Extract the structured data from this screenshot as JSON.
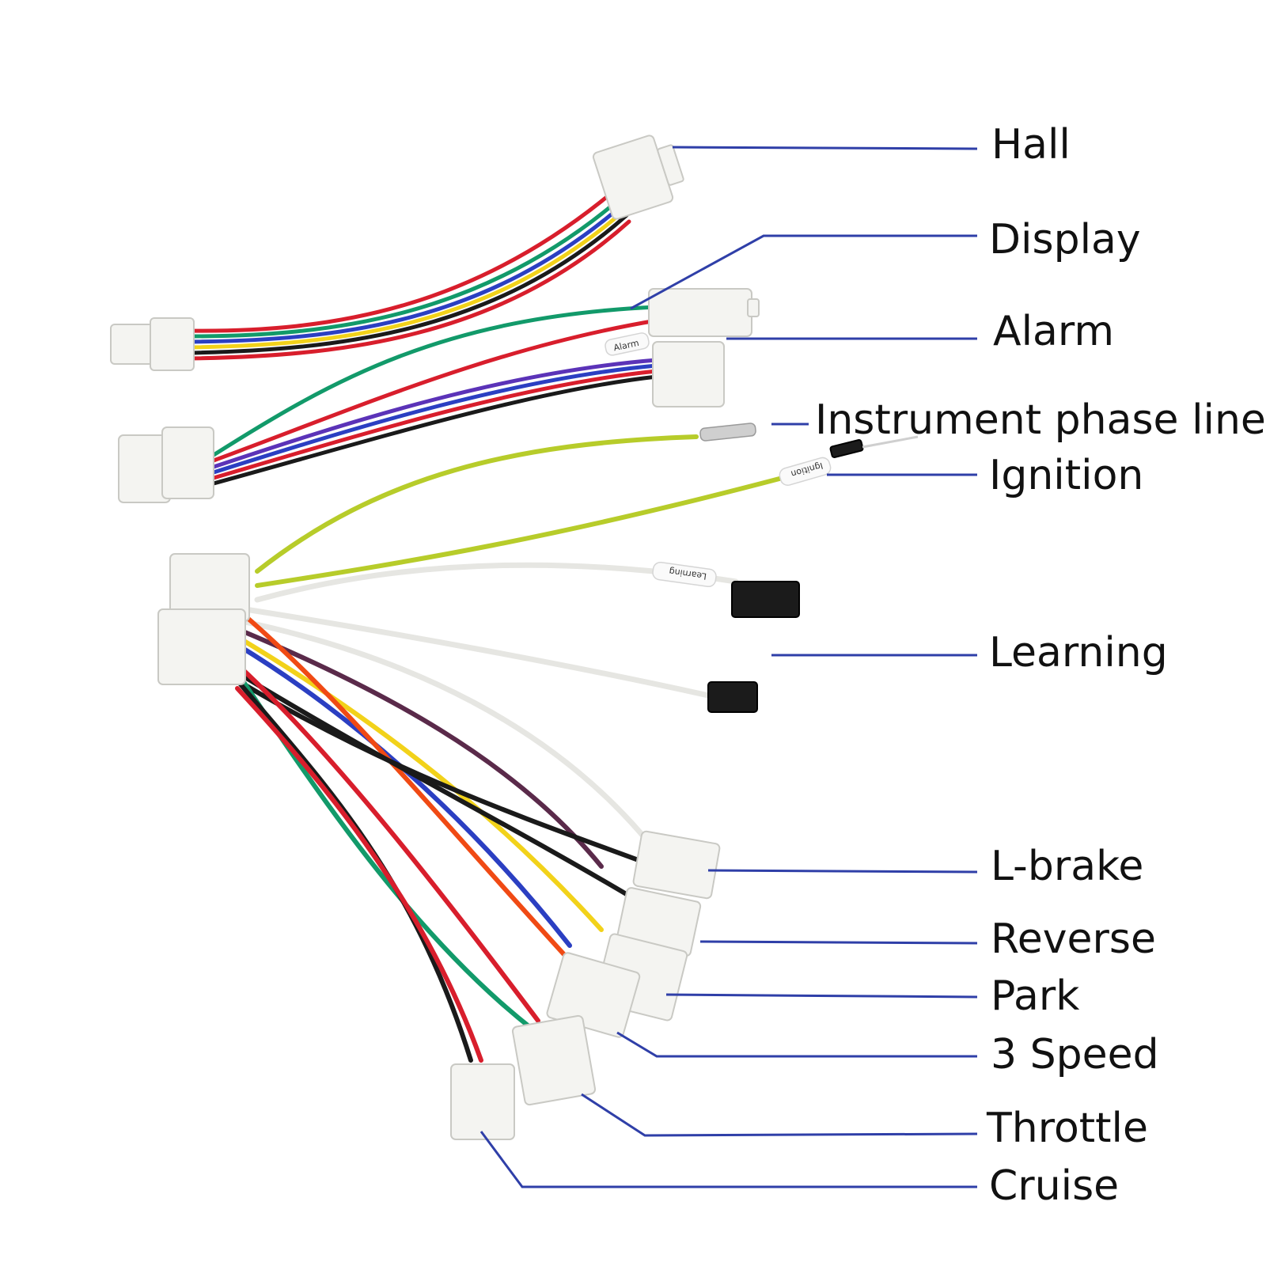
{
  "diagram": {
    "callouts": [
      {
        "id": "hall",
        "label": "Hall"
      },
      {
        "id": "display",
        "label": "Display"
      },
      {
        "id": "alarm",
        "label": "Alarm"
      },
      {
        "id": "instrument",
        "label": "Instrument phase line"
      },
      {
        "id": "ignition",
        "label": "Ignition"
      },
      {
        "id": "learning",
        "label": "Learning"
      },
      {
        "id": "lbrake",
        "label": "L-brake"
      },
      {
        "id": "reverse",
        "label": "Reverse"
      },
      {
        "id": "park",
        "label": "Park"
      },
      {
        "id": "speed3",
        "label": "3 Speed"
      },
      {
        "id": "throttle",
        "label": "Throttle"
      },
      {
        "id": "cruise",
        "label": "Cruise"
      }
    ],
    "wire_tags": {
      "alarm": "Alarm",
      "ignition": "Ignition",
      "learning": "Learning"
    },
    "colors": {
      "leader_line": "#2f3fa8",
      "red": "#d81e2c",
      "green": "#129a6a",
      "blue": "#2b3fc2",
      "yellow": "#f2d21a",
      "black": "#1a1a1a",
      "purple": "#5b33b8",
      "orange": "#f04a14",
      "white_wire": "#f1f1ee",
      "yellow_green": "#b7cc2a",
      "brown_purple": "#5a2a4a"
    }
  }
}
